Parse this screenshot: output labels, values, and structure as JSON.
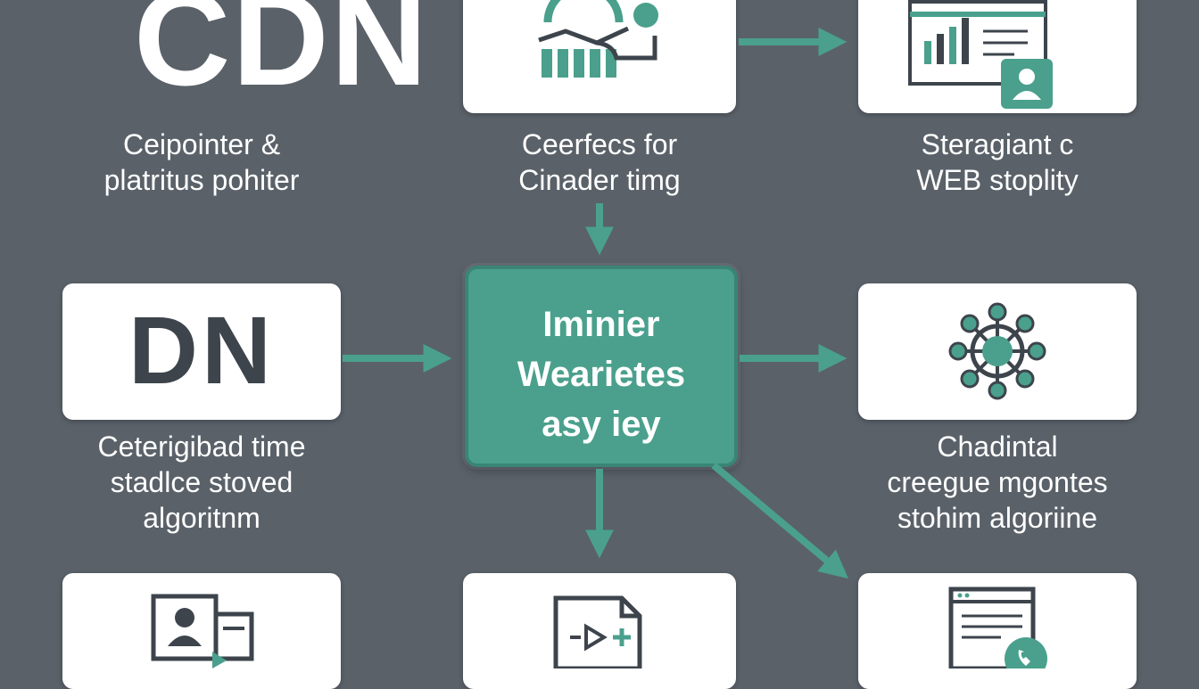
{
  "title": "CDN",
  "colors": {
    "background": "#5a6169",
    "accent": "#4aa08c",
    "card": "#ffffff",
    "card_text": "#3d444c"
  },
  "nodes": {
    "top_left": {
      "lines": [
        "Ceipointer &",
        "platritus pohiter"
      ]
    },
    "top_middle": {
      "icon": "analytics-network-icon",
      "lines": [
        "Ceerfecs for",
        "Cinader timg"
      ]
    },
    "top_right": {
      "icon": "dashboard-user-icon",
      "lines": [
        "Steragiant c",
        "WEB stoplity"
      ]
    },
    "middle_left": {
      "card_text": "DN",
      "lines": [
        "Ceterigibad time",
        "stadlce stoved",
        "algoritnm"
      ]
    },
    "hub": {
      "lines": [
        "Iminier",
        "Wearietes",
        "asy iey"
      ]
    },
    "middle_right": {
      "icon": "network-hub-icon",
      "lines": [
        "Chadintal",
        "creegue mgontes",
        "stohim algoriine"
      ]
    },
    "bottom_left": {
      "icon": "user-profile-media-icon"
    },
    "bottom_middle": {
      "icon": "file-forward-icon"
    },
    "bottom_right": {
      "icon": "browser-phone-icon"
    }
  }
}
